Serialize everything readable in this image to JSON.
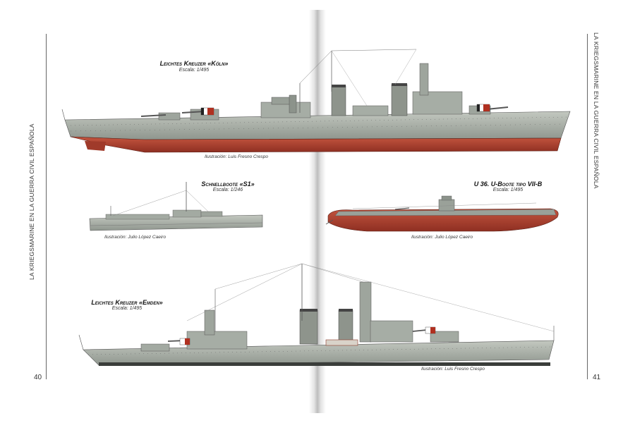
{
  "running_head": {
    "left": "LA KRIEGSMARINE EN LA GUERRA CIVIL ESPAÑOLA",
    "right": "LA KRIEGSMARINE EN LA GUERRA CIVIL ESPAÑOLA"
  },
  "page_numbers": {
    "left": "40",
    "right": "41"
  },
  "ships": [
    {
      "title": "Leichtes Kreuzer «Köln»",
      "scale": "Escala: 1/495",
      "credit": "Ilustración: Luis Fresno Crespo"
    },
    {
      "title": "Schnellboote «S1»",
      "scale": "Escala: 1/246",
      "credit": "Ilustración: Julio López Caeiro"
    },
    {
      "title": "U 36. U-Boote tipo VII-B",
      "scale": "Escala: 1/495",
      "credit": "Ilustración: Julio López Caeiro"
    },
    {
      "title": "Leichtes Kreuzer «Emden»",
      "scale": "Escala: 1/495",
      "credit": "Ilustración: Luis Fresno Crespo"
    }
  ],
  "colors": {
    "hull_grey": "#a9b0a8",
    "hull_red": "#b0402e",
    "dark_grey": "#6e736d",
    "page": "#ffffff"
  }
}
